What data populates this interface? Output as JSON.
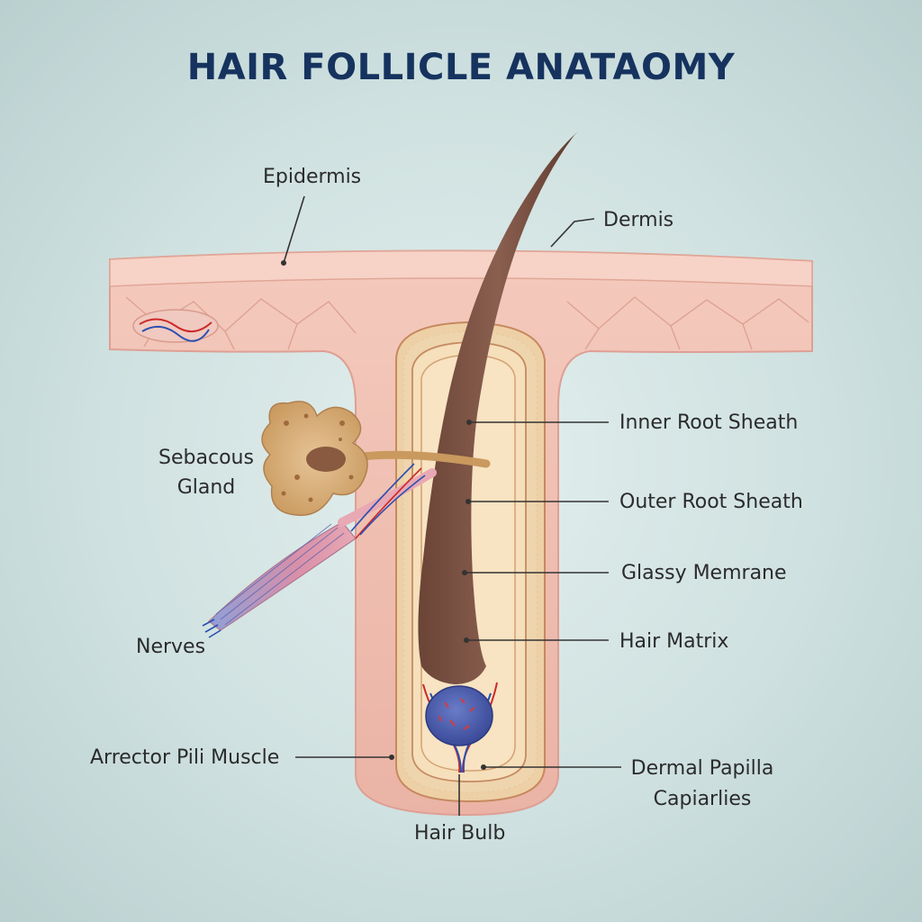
{
  "title": "HAIR FOLLICLE ANATAOMY",
  "labels": {
    "epidermis": "Epidermis",
    "dermis": "Dermis",
    "inner_root_sheath": "Inner Root Sheath",
    "outer_root_sheath": "Outer Root Sheath",
    "glassy_membrane": "Glassy Memrane",
    "hair_matrix": "Hair Matrix",
    "sebaceous_gland_line1": "Sebacous",
    "sebaceous_gland_line2": "Gland",
    "nerves": "Nerves",
    "arrector_pili_muscle": "Arrector Pili Muscle",
    "dermal_papilla_line1": "Dermal Papilla",
    "dermal_papilla_line2": "Capiarlies",
    "hair_bulb": "Hair Bulb"
  },
  "colors": {
    "title": "#16335f",
    "skin": "#f2c4b6",
    "skin_edge": "#de9f94",
    "follicle_fill": "#f5dcb4",
    "hair": "#7a5244",
    "sebaceous": "#d8b07c",
    "papilla": "#4a5aa8",
    "vessel_red": "#cc2a2a",
    "vessel_blue": "#2c4fb0",
    "leader_line": "#333333"
  }
}
